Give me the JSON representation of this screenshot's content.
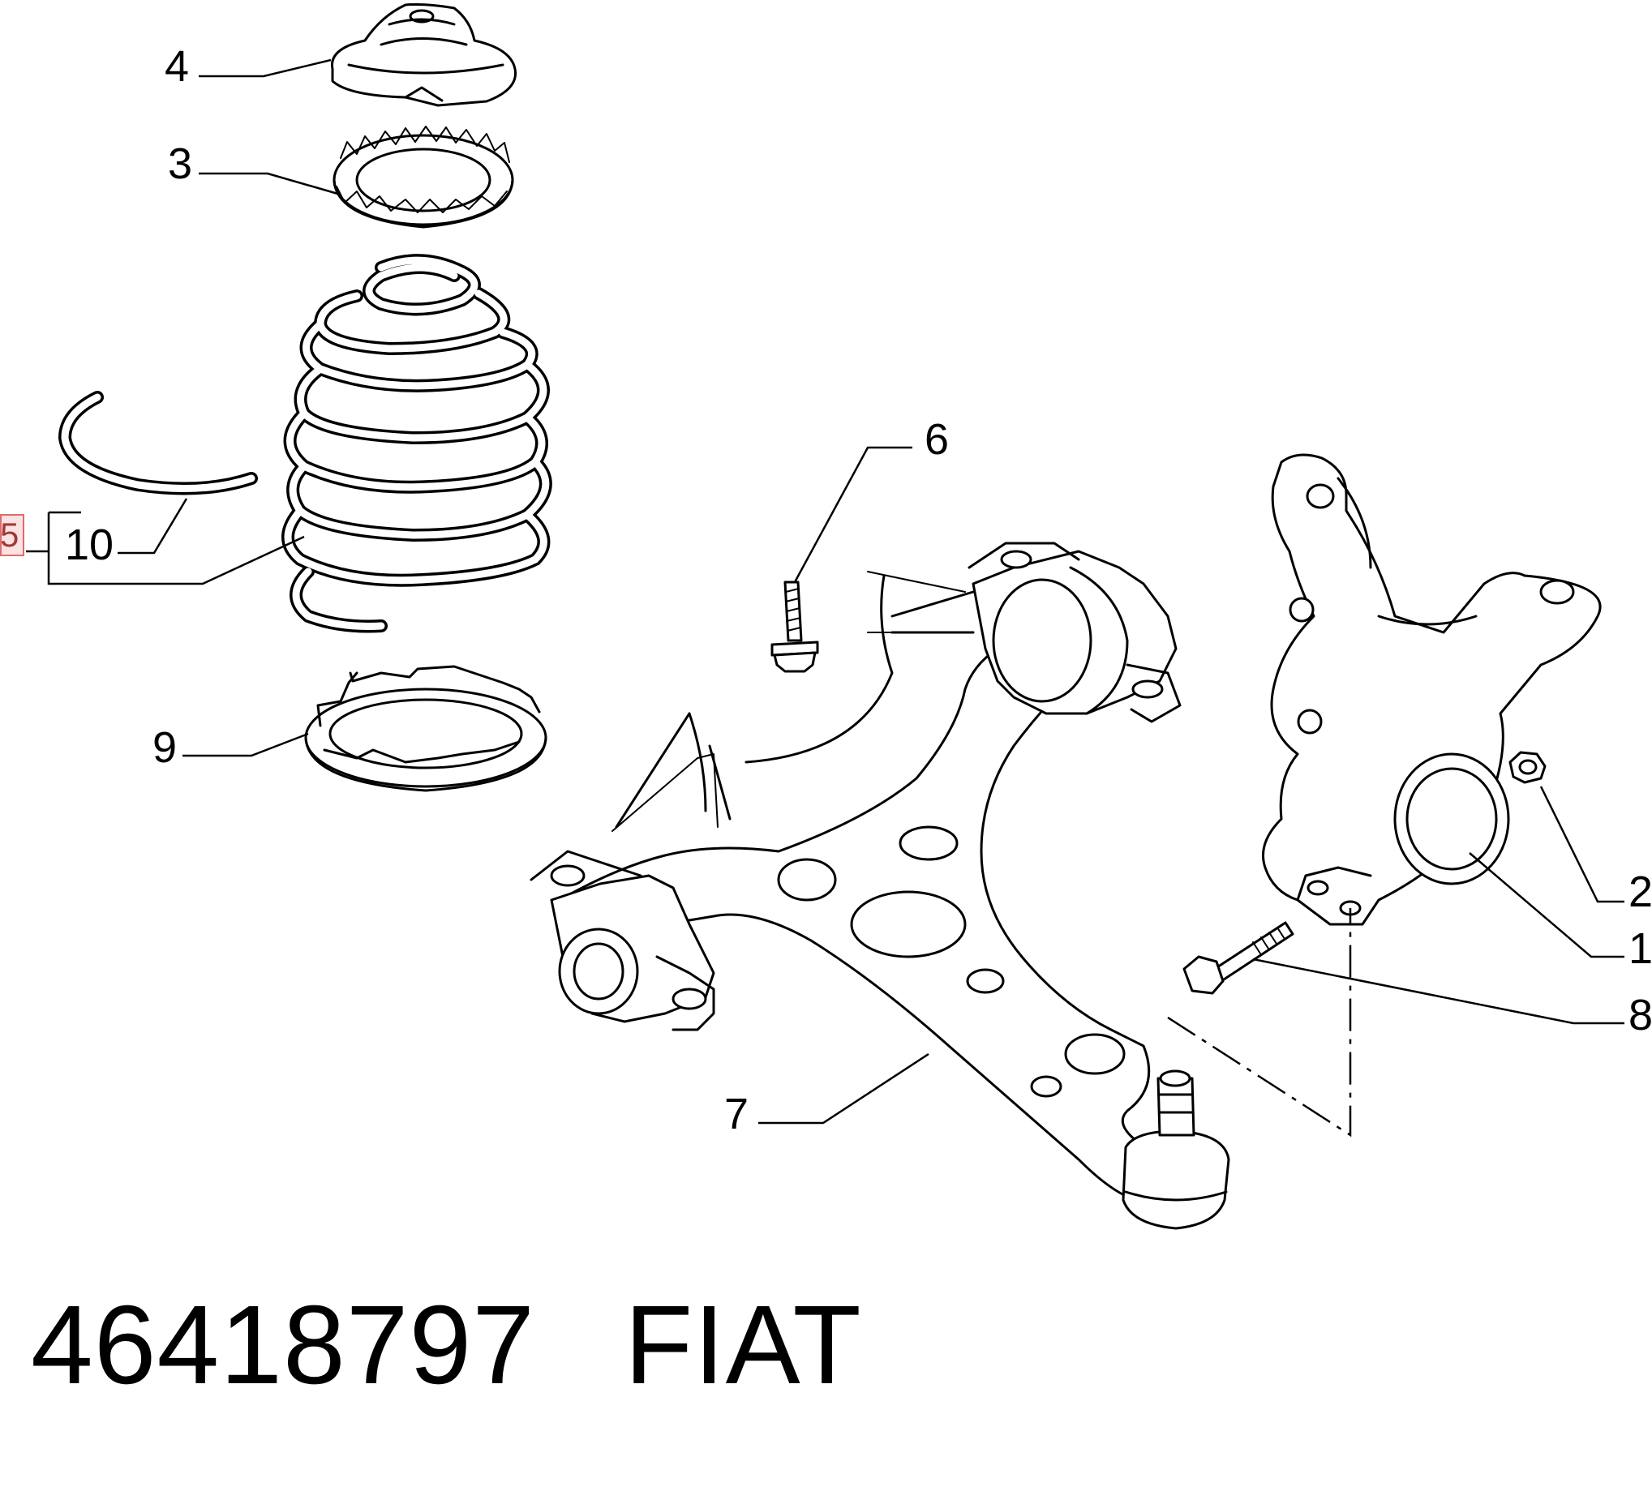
{
  "callouts": {
    "c1": "1",
    "c2": "2",
    "c3": "3",
    "c4": "4",
    "c5": "5",
    "c6": "6",
    "c7": "7",
    "c8": "8",
    "c9": "9",
    "c10": "10"
  },
  "footer": {
    "part_number": "46418797",
    "brand": "FIAT"
  },
  "colors": {
    "highlight_border": "#e06b6b",
    "highlight_fill": "#fbe3e3",
    "ink": "#000000"
  }
}
